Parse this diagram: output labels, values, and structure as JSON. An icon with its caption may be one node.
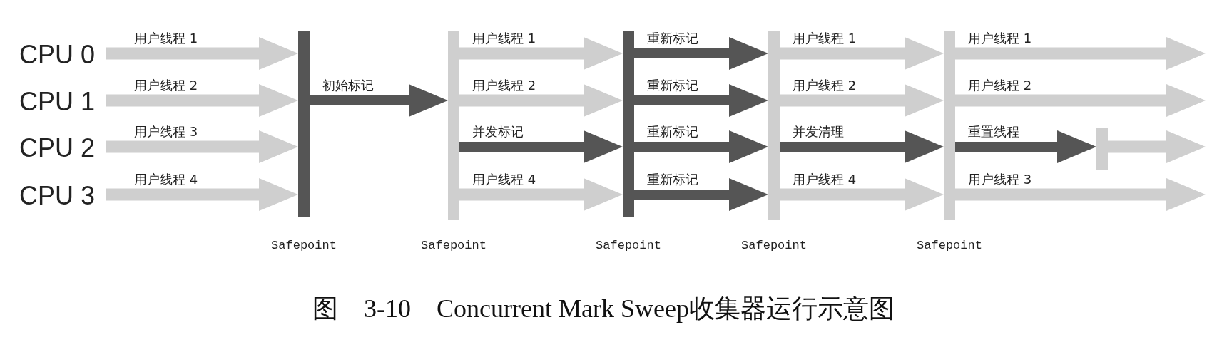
{
  "diagram": {
    "caption": "图　3-10　Concurrent Mark Sweep收集器运行示意图",
    "nodes": [
      {
        "text": [
          "CPU 0"
        ]
      },
      {
        "text": [
          "CPU 1"
        ]
      },
      {
        "text": [
          "CPU 2"
        ]
      },
      {
        "text": [
          "CPU 3"
        ]
      },
      {
        "text": [],
        "shape": "bar",
        "beside": [
          "Safepoint"
        ]
      },
      {
        "text": [],
        "shape": "bar",
        "beside": [
          "Safepoint"
        ]
      },
      {
        "text": [],
        "shape": "bar",
        "beside": [
          "Safepoint"
        ]
      },
      {
        "text": [],
        "shape": "bar",
        "beside": [
          "Safepoint"
        ]
      },
      {
        "text": [],
        "shape": "bar",
        "beside": [
          "Safepoint"
        ]
      },
      {
        "text": [],
        "shape": "bar"
      }
    ],
    "edges": [
      {
        "from": 0,
        "to": 4,
        "arrow": "to",
        "label": "用户线程 1"
      },
      {
        "from": 1,
        "to": 4,
        "arrow": "to",
        "label": "用户线程 2"
      },
      {
        "from": 2,
        "to": 4,
        "arrow": "to",
        "label": "用户线程 3"
      },
      {
        "from": 3,
        "to": 4,
        "arrow": "to",
        "label": "用户线程 4"
      },
      {
        "from": 4,
        "to": 5,
        "arrow": "to",
        "label": "初始标记",
        "color": "#555555"
      },
      {
        "from": 5,
        "to": 6,
        "arrow": "to",
        "label": "用户线程 1"
      },
      {
        "from": 5,
        "to": 6,
        "arrow": "to",
        "label": "用户线程 2"
      },
      {
        "from": 5,
        "to": 6,
        "arrow": "to",
        "label": "并发标记",
        "color": "#555555"
      },
      {
        "from": 5,
        "to": 6,
        "arrow": "to",
        "label": "用户线程 4"
      },
      {
        "from": 6,
        "to": 7,
        "arrow": "to",
        "label": "重新标记",
        "color": "#555555"
      },
      {
        "from": 6,
        "to": 7,
        "arrow": "to",
        "label": "重新标记",
        "color": "#555555"
      },
      {
        "from": 6,
        "to": 7,
        "arrow": "to",
        "label": "重新标记",
        "color": "#555555"
      },
      {
        "from": 6,
        "to": 7,
        "arrow": "to",
        "label": "重新标记",
        "color": "#555555"
      },
      {
        "from": 7,
        "to": 8,
        "arrow": "to",
        "label": "用户线程 1"
      },
      {
        "from": 7,
        "to": 8,
        "arrow": "to",
        "label": "用户线程 2"
      },
      {
        "from": 7,
        "to": 8,
        "arrow": "to",
        "label": "并发清理",
        "color": "#555555"
      },
      {
        "from": 7,
        "to": 8,
        "arrow": "to",
        "label": "用户线程 4"
      },
      {
        "from": 8,
        "to": null,
        "arrow": "to",
        "label": "用户线程 1"
      },
      {
        "from": 8,
        "to": null,
        "arrow": "to",
        "label": "用户线程 2"
      },
      {
        "from": 8,
        "to": 9,
        "arrow": "to",
        "label": "重置线程",
        "color": "#555555"
      },
      {
        "from": 9,
        "to": null,
        "arrow": "to"
      },
      {
        "from": 8,
        "to": null,
        "arrow": "to",
        "label": "用户线程 3"
      }
    ]
  }
}
